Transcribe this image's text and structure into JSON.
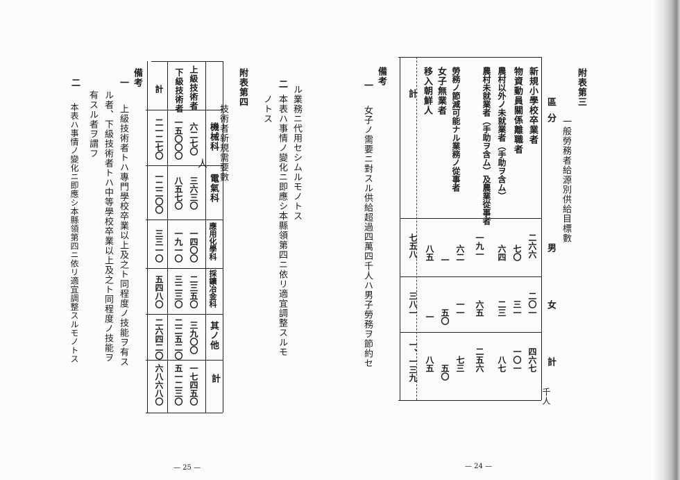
{
  "left_page": {
    "page_number": "— 25 —",
    "top_note": {
      "head": "ル業務ニ代用セシムルモノトス",
      "item2_num": "二",
      "item2_text": "本表ハ事情ノ變化ニ即應シ本縣領第四ニ依リ適宜調整スルモ",
      "item2_cont": "ノトス"
    },
    "table_title": "附表第四",
    "table_subtitle": "技術者新規需要數",
    "table": {
      "row_headers": [
        "上級技術者",
        "下級技術者",
        "計"
      ],
      "columns": [
        {
          "header": "機械科",
          "values": [
            "六二七〇",
            "一五〇〇〇",
            "二一二七〇"
          ]
        },
        {
          "header": "電氣科",
          "values": [
            "三六三〇",
            "八五七〇",
            "一二二〇〇"
          ]
        },
        {
          "header": "應用化學科",
          "values": [
            "一四〇〇",
            "一九一〇",
            "三三一〇"
          ]
        },
        {
          "header": "採鑛冶金科",
          "values": [
            "二三五〇",
            "三二三〇",
            "五四八〇"
          ]
        },
        {
          "header": "其ノ他",
          "values": [
            "三九〇〇",
            "二二五二〇",
            "二六四二〇"
          ]
        },
        {
          "header": "計",
          "values": [
            "一七四五〇",
            "五一二三〇",
            "六八六八〇"
          ]
        }
      ],
      "handwritten_unit": "人"
    },
    "notes": {
      "label": "備考",
      "item1_num": "一",
      "item1_line1": "上級技術者トハ專門學校卒業以上及之ト同程度ノ技能ヲ有ス",
      "item1_line2": "ル者、下級技術者トハ中等學校卒業以上及之ト同程度ノ技能ヲ",
      "item1_line3": "有スル者ヲ謂フ",
      "item2_num": "二",
      "item2_text": "本表ハ事情ノ變化ニ即應シ本縣領第四ニ依リ適宜調整スルモノトス"
    }
  },
  "right_page": {
    "page_number": "— 24 —",
    "title_no": "附表第三",
    "title_text": "一般勞務者給源別供給目標數",
    "table": {
      "header_kubun": "區分",
      "header_male": "男",
      "header_female": "女",
      "header_total": "計",
      "handwritten_unit": "千人",
      "rows": [
        {
          "label": "新規小學校卒業者",
          "male": "二六六",
          "female": "二〇一",
          "total": "四六七"
        },
        {
          "label": "物資動員關係離職者",
          "male": "七〇",
          "female": "三一",
          "total": "一〇一"
        },
        {
          "label": "農村以外ノ未就業者（手助ヲ含ム）",
          "male": "六四",
          "female": "二三",
          "total": "八七"
        },
        {
          "label": "農村未就業者（手助ヲ含ム）及農業從事者",
          "male": "一九一",
          "female": "六五",
          "total": "二五六"
        },
        {
          "label": "勞務ノ節減可能ナル業務ノ從事者",
          "male": "六二",
          "female": "一一",
          "total": "七三"
        },
        {
          "label": "女子無業者",
          "male": "一",
          "female": "五〇",
          "total": "五〇"
        },
        {
          "label": "移入朝鮮人",
          "male": "八五",
          "female": "一",
          "total": "八五"
        },
        {
          "label": "計",
          "male": "七五八",
          "female": "三八一",
          "total": "一、一三九"
        }
      ]
    },
    "notes": {
      "label": "備考",
      "item1_num": "一",
      "item1_text": "女子ノ需要ニ對スル供給超過四萬四千人ハ男子勞務ヲ節約セ"
    }
  }
}
